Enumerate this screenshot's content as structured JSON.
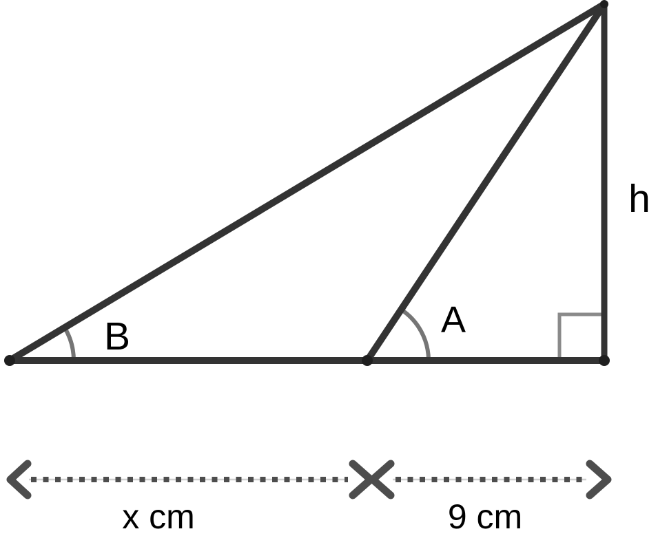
{
  "diagram": {
    "type": "geometry-triangle-height-problem",
    "angle_labels": {
      "b": "B",
      "a": "A"
    },
    "height_label": "h",
    "measurements": {
      "left_segment": "x cm",
      "right_segment": "9 cm"
    },
    "colors": {
      "line": "#333333",
      "dot": "#1f1f1f",
      "arc": "#757575",
      "right_angle_marker": "#8a8a8a",
      "measure": "#4d4d4d",
      "measure_underlay": "#cfcfcf",
      "text": "#000000",
      "background": "#ffffff"
    }
  }
}
